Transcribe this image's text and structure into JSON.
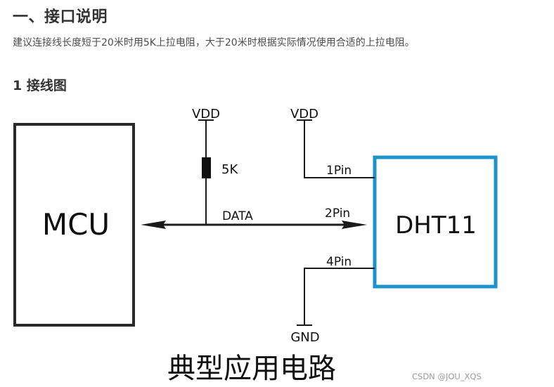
{
  "heading": "一、接口说明",
  "paragraph": "建议连接线长度短于20米时用5K上拉电阻，大于20米时根据实际情况使用合适的上拉电阻。",
  "subheading": "1 接线图",
  "diagram": {
    "mcu_label": "MCU",
    "dht_label": "DHT11",
    "vdd_left": "VDD",
    "vdd_right": "VDD",
    "resistor_label": "5K",
    "data_label": "DATA",
    "pin1": "1Pin",
    "pin2": "2Pin",
    "pin4": "4Pin",
    "gnd": "GND",
    "caption": "典型应用电路",
    "colors": {
      "line": "#1a1a1a",
      "mcu_border": "#2a2a2a",
      "dht_border": "#1e93c9"
    }
  },
  "watermark": "CSDN @JOU_XQS"
}
